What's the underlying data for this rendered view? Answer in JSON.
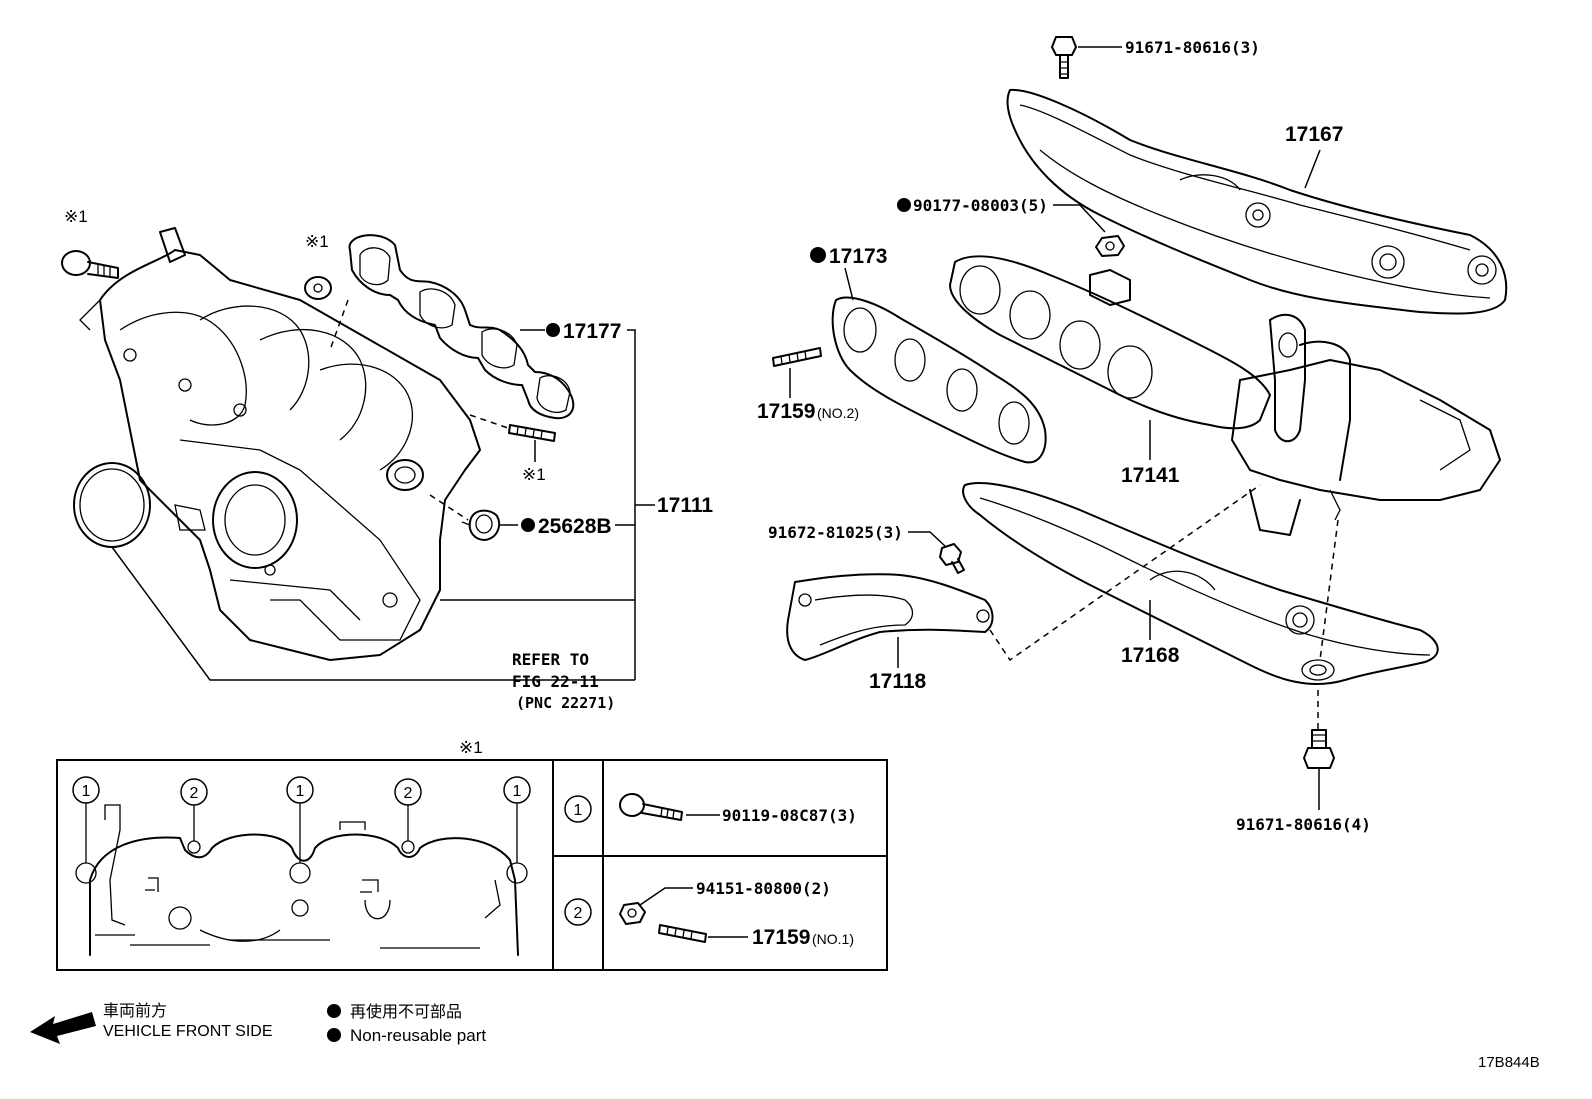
{
  "mark_x1": "※1",
  "parts": {
    "p17177": "17177",
    "p17111": "17111",
    "p25628B": "25628B",
    "p17167": "17167",
    "p17173": "17173",
    "p17159_no2": "17159",
    "no2": "(NO.2)",
    "p17141": "17141",
    "p17168": "17168",
    "p17118": "17118",
    "bolt_top": "91671-80616(3)",
    "nut_90177": "90177-08003(5)",
    "bolt_91672": "91672-81025(3)",
    "bolt_bottom": "91671-80616(4)"
  },
  "refer": {
    "line1": "REFER TO",
    "line2": "FIG 22-11",
    "line3": "(PNC 22271)"
  },
  "table": {
    "mark1": "1",
    "mark2": "2",
    "row1_part": "90119-08C87(3)",
    "row2_part_a": "94151-80800(2)",
    "row2_part_b": "17159",
    "no1": "(NO.1)"
  },
  "legend": {
    "front_jp": "車両前方",
    "front_en": "VEHICLE FRONT SIDE",
    "nonreuse_jp": "再使用不可部品",
    "nonreuse_en": "Non-reusable part"
  },
  "figure_code": "17B844B"
}
